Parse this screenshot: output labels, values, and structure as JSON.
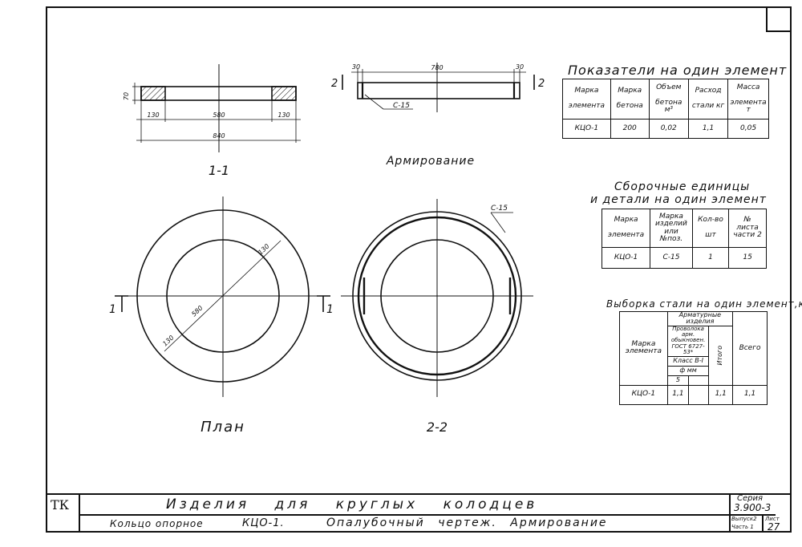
{
  "views": {
    "section_1_1": {
      "caption": "1-1",
      "dims": {
        "height": "70",
        "left": "130",
        "middle": "580",
        "right": "130",
        "overall": "840"
      }
    },
    "reinforcement": {
      "caption": "Армирование",
      "dims": {
        "left": "30",
        "middle": "780",
        "right": "30",
        "rebar": "С-15",
        "cut_left": "2",
        "cut_right": "2"
      }
    },
    "plan": {
      "caption": "План",
      "dims": {
        "diameter": "580",
        "width_top": "130",
        "width_bottom": "130"
      },
      "cut_left": "1",
      "cut_right": "1"
    },
    "section_2_2": {
      "caption": "2-2",
      "rebar": "С-15"
    }
  },
  "indicators": {
    "title": "Показатели на один элемент",
    "headers": [
      [
        "Марка",
        "элемента"
      ],
      [
        "Марка",
        "бетона"
      ],
      [
        "Объем",
        "бетона м³"
      ],
      [
        "Расход",
        "стали кг"
      ],
      [
        "Масса",
        "элемента т"
      ]
    ],
    "row": [
      "КЦО-1",
      "200",
      "0,02",
      "1,1",
      "0,05"
    ]
  },
  "assembly": {
    "title_line1": "Сборочные единицы",
    "title_line2": "и детали на один элемент",
    "headers": [
      [
        "Марка",
        "элемента"
      ],
      [
        "Марка",
        "изделий или №поз."
      ],
      [
        "Кол-во",
        "шт"
      ],
      [
        "№",
        "листа части 2"
      ]
    ],
    "row": [
      "КЦО-1",
      "С-15",
      "1",
      "15"
    ]
  },
  "steel": {
    "title": "Выборка стали на один элемент,кг",
    "h_mark": "Марка элемента",
    "h_group": "Арматурные изделия",
    "h_wire": "Проволока арм. обыкновен. ГОСТ 6727-53*",
    "h_class": "Класс В-I",
    "h_diam": "ф мм",
    "h_diam_val": "5",
    "h_itogo": "Итого",
    "h_total": "Всего",
    "row": [
      "КЦО-1",
      "1,1",
      "",
      "1,1",
      "1,1"
    ]
  },
  "title_block": {
    "tk": "ТК",
    "main": "Изделия для круглых колодцев",
    "sub_item": "Кольцо опорное",
    "sub_mark": "КЦО-1.",
    "sub_desc": "Опалубочный чертеж. Армирование",
    "series_label": "Серия",
    "series_value": "3.900-3",
    "issue_label": "Выпуск2",
    "part_label": "Часть 1",
    "sheet_label": "Лист",
    "sheet_value": "27"
  }
}
